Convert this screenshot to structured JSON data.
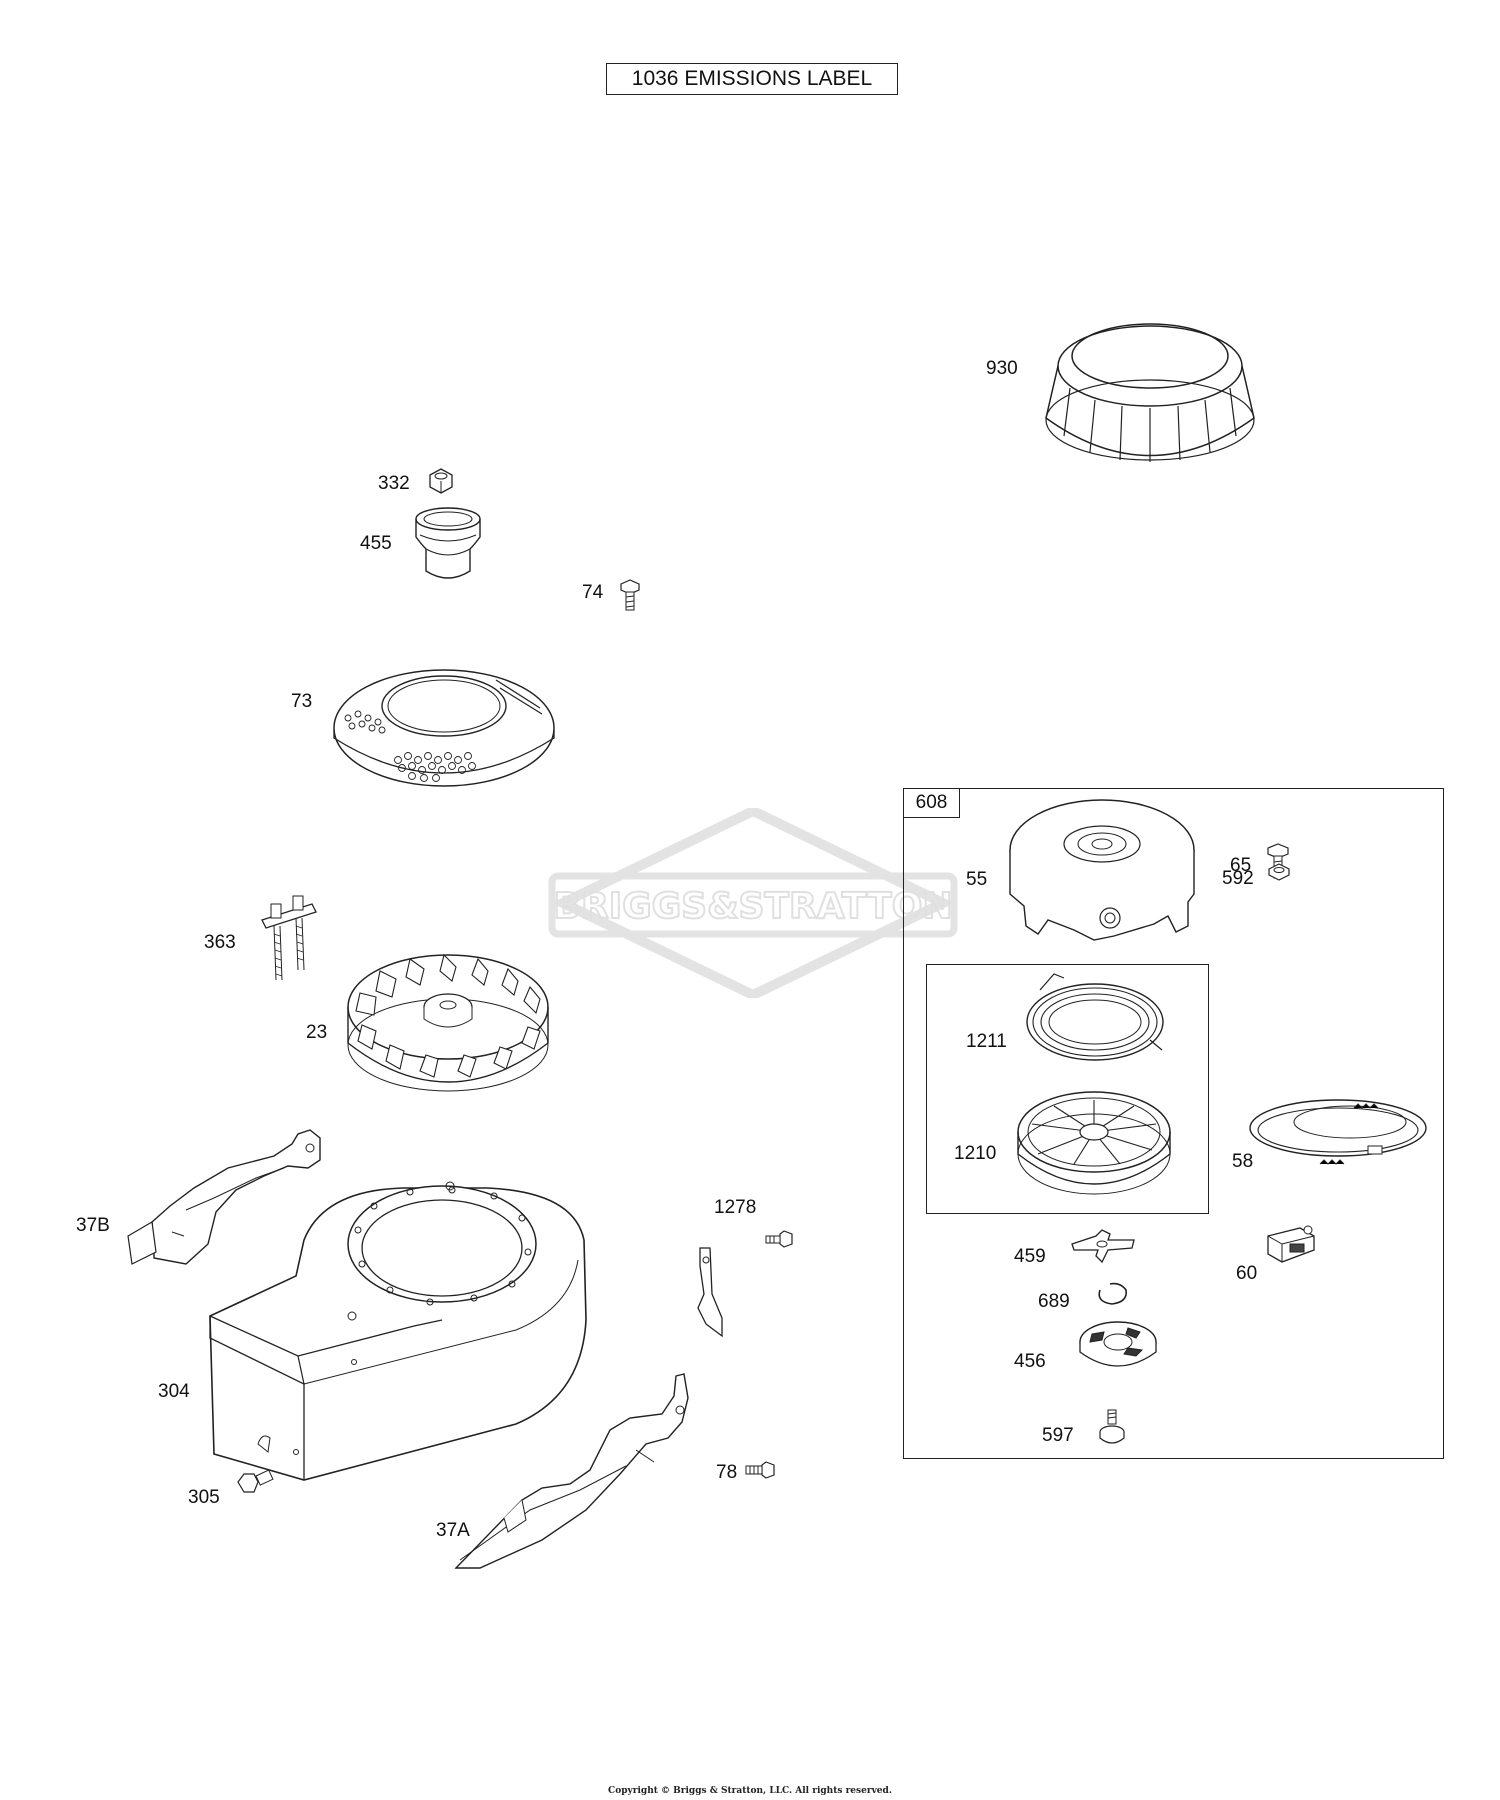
{
  "header": {
    "emissions_label": "1036 EMISSIONS LABEL"
  },
  "watermark": {
    "brand": "BRIGGS&STRATTON"
  },
  "kit": {
    "number": "608"
  },
  "parts": {
    "p930": "930",
    "p332": "332",
    "p455": "455",
    "p74": "74",
    "p73": "73",
    "p363": "363",
    "p23": "23",
    "p37B": "37B",
    "p1278": "1278",
    "p304": "304",
    "p305": "305",
    "p37A": "37A",
    "p78": "78",
    "p55": "55",
    "p65": "65",
    "p592": "592",
    "p1211": "1211",
    "p1210": "1210",
    "p58": "58",
    "p459": "459",
    "p60": "60",
    "p689": "689",
    "p456": "456",
    "p597": "597"
  },
  "footer": {
    "copyright": "Copyright © Briggs & Stratton, LLC. All rights reserved."
  }
}
